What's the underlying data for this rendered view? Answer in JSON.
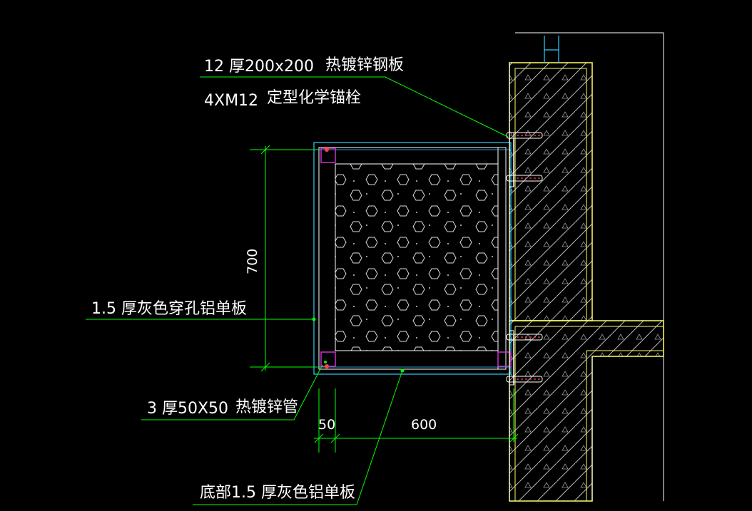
{
  "labels": {
    "steel_plate_spec": "12 厚200x200",
    "steel_plate_name": "热镀锌钢板",
    "anchor_spec": "4XM12",
    "anchor_name": "定型化学锚栓",
    "perforated_panel": "1.5 厚灰色穿孔铝单板",
    "tube_spec": "3 厚50X50",
    "tube_name": "热镀锌管",
    "bottom_panel": "底部1.5 厚灰色铝单板"
  },
  "dimensions": {
    "height": "700",
    "gap": "50",
    "depth": "600"
  },
  "colors": {
    "background": "#000000",
    "leader": "#00ff00",
    "outline": "#ffffff",
    "wall_edge": "#ffff66",
    "panel_edge": "#33ccff",
    "tube": "#cc33cc",
    "anchor": "#ff4444",
    "hatch": "#cccccc"
  }
}
